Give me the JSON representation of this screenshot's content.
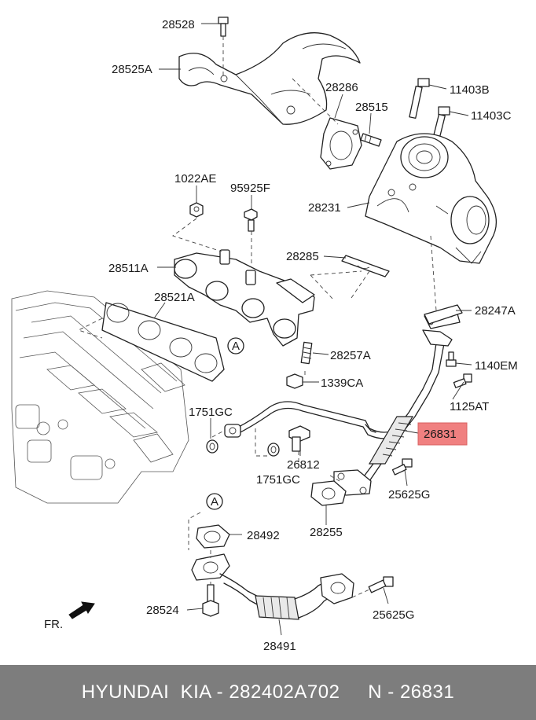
{
  "parts": [
    {
      "id": "p28528",
      "label": "28528"
    },
    {
      "id": "p28525A",
      "label": "28525A"
    },
    {
      "id": "p28286",
      "label": "28286"
    },
    {
      "id": "p11403B",
      "label": "11403B"
    },
    {
      "id": "p28515",
      "label": "28515"
    },
    {
      "id": "p11403C",
      "label": "11403C"
    },
    {
      "id": "p1022AE",
      "label": "1022AE"
    },
    {
      "id": "p95925F",
      "label": "95925F"
    },
    {
      "id": "p28231",
      "label": "28231"
    },
    {
      "id": "p28285",
      "label": "28285"
    },
    {
      "id": "p28511A",
      "label": "28511A"
    },
    {
      "id": "p28521A",
      "label": "28521A"
    },
    {
      "id": "p28247A",
      "label": "28247A"
    },
    {
      "id": "p28257A",
      "label": "28257A"
    },
    {
      "id": "p1140EM",
      "label": "1140EM"
    },
    {
      "id": "p1339CA",
      "label": "1339CA"
    },
    {
      "id": "p1125AT",
      "label": "1125AT"
    },
    {
      "id": "p1751GC_a",
      "label": "1751GC"
    },
    {
      "id": "p26831",
      "label": "26831",
      "highlight": true
    },
    {
      "id": "p26812",
      "label": "26812"
    },
    {
      "id": "p1751GC_b",
      "label": "1751GC"
    },
    {
      "id": "p25625G_a",
      "label": "25625G"
    },
    {
      "id": "p28255",
      "label": "28255"
    },
    {
      "id": "p28492",
      "label": "28492"
    },
    {
      "id": "p28524",
      "label": "28524"
    },
    {
      "id": "p25625G_b",
      "label": "25625G"
    },
    {
      "id": "p28491",
      "label": "28491"
    }
  ],
  "reference_marks": [
    "A",
    "A"
  ],
  "direction_label": "FR.",
  "highlight_color": "#f08080",
  "footer": {
    "brand": "HYUNDAI  KIA",
    "part_number": "282402A702",
    "ref": "N - 26831",
    "text": "HYUNDAI  KIA - 282402A702     N - 26831"
  }
}
